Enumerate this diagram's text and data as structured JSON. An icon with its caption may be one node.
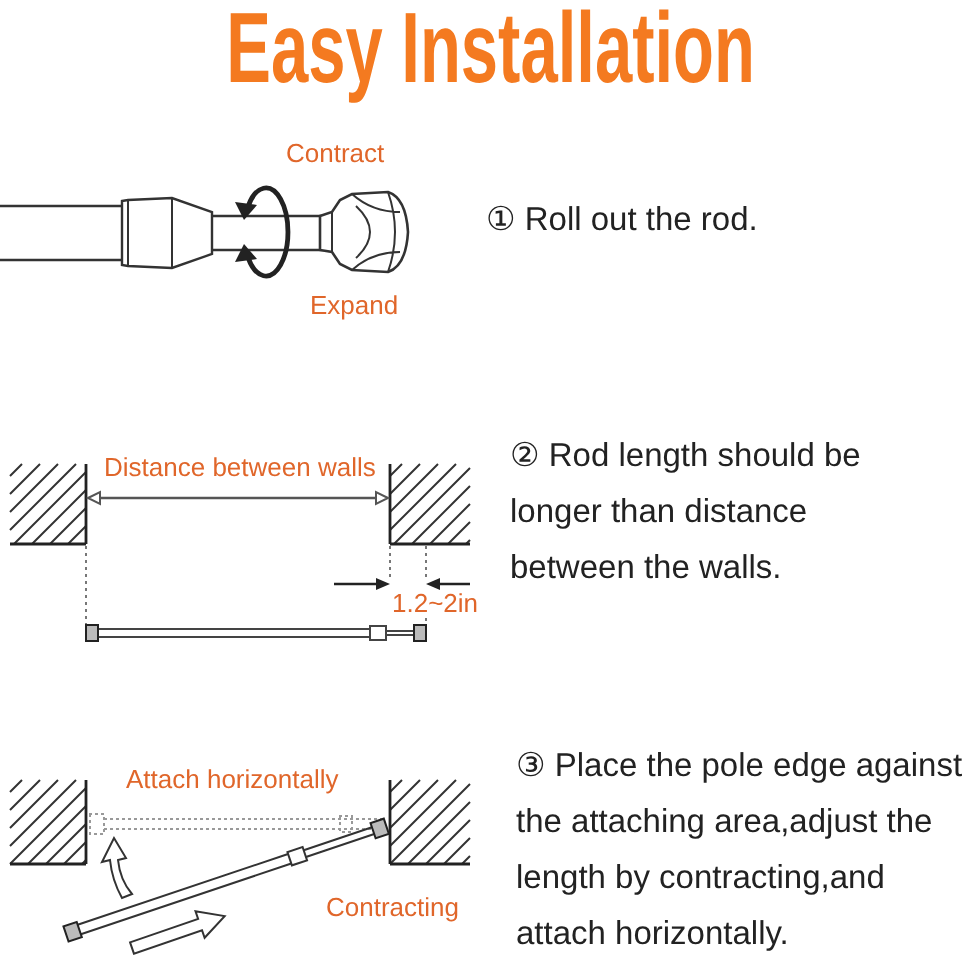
{
  "diagram": {
    "title": "Easy Installation",
    "labels": [
      "Contract",
      "① Roll out the rod.",
      "Expand",
      "Distance between walls",
      "② Rod length should be longer than distance between the walls.",
      "1.2~2in",
      "Attach horizontally",
      "③ Place the pole edge against the attaching area,adjust the length by contracting,and attach horizontally.",
      "Contracting"
    ]
  }
}
